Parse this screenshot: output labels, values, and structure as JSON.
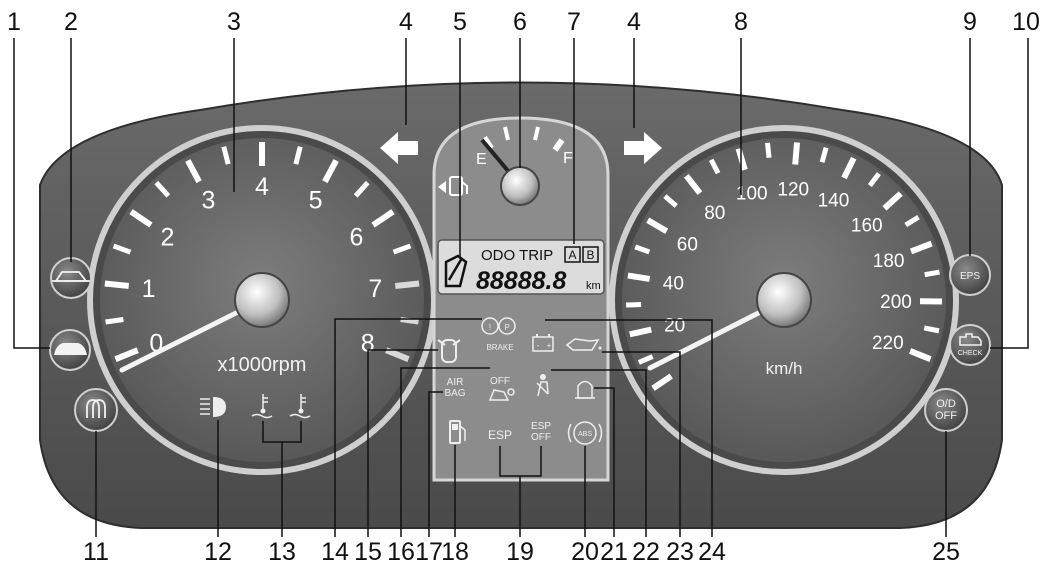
{
  "tachometer": {
    "numbers": [
      "0",
      "1",
      "2",
      "3",
      "4",
      "5",
      "6",
      "7",
      "8"
    ],
    "unit": "x1000rpm"
  },
  "speedometer": {
    "numbers": [
      "20",
      "40",
      "60",
      "80",
      "100",
      "120",
      "140",
      "160",
      "180",
      "200",
      "220"
    ],
    "unit": "km/h"
  },
  "fuel_gauge": {
    "empty_label": "E",
    "full_label": "F"
  },
  "lcd": {
    "odo_trip": "ODO TRIP",
    "trip_a": "A",
    "trip_b": "B",
    "digits": "88888.8",
    "unit": "km"
  },
  "indicators": {
    "brake": "BRAKE",
    "air": "AIR",
    "bag": "BAG",
    "off": "OFF",
    "esp": "ESP",
    "esp_off_1": "ESP",
    "esp_off_2": "OFF",
    "abs": "ABS"
  },
  "buttons": {
    "eps": "EPS",
    "check": "CHECK",
    "od_1": "O/D",
    "od_2": "OFF"
  },
  "callouts": [
    "1",
    "2",
    "3",
    "4",
    "5",
    "6",
    "7",
    "4",
    "8",
    "9",
    "10",
    "11",
    "12",
    "13",
    "14",
    "15",
    "16",
    "17",
    "18",
    "19",
    "20",
    "21",
    "22",
    "23",
    "24",
    "25"
  ],
  "colors": {
    "panel": "#5c5c5c",
    "dial_face": "#6e6e6e",
    "ring": "#bdbdbd",
    "center_panel": "#8a8a8a",
    "lcd_bg": "#dcdcdc",
    "arrow": "#ffffff"
  }
}
